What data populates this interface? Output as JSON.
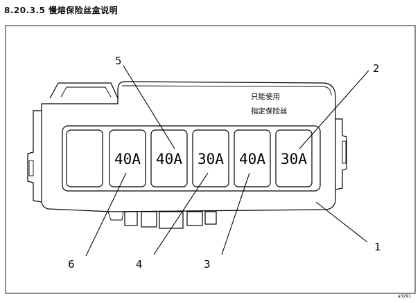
{
  "header": {
    "title": "8.20.3.5  慢熔保险丝盒说明"
  },
  "note": {
    "line1": "只能使用",
    "line2": "指定保险丝"
  },
  "fuses": [
    {
      "label": ""
    },
    {
      "label": "40A"
    },
    {
      "label": "40A"
    },
    {
      "label": "30A"
    },
    {
      "label": "40A"
    },
    {
      "label": "30A"
    }
  ],
  "callouts": {
    "c1": "1",
    "c2": "2",
    "c3": "3",
    "c4": "4",
    "c5": "5",
    "c6": "6"
  },
  "corner_mark": "a3291"
}
